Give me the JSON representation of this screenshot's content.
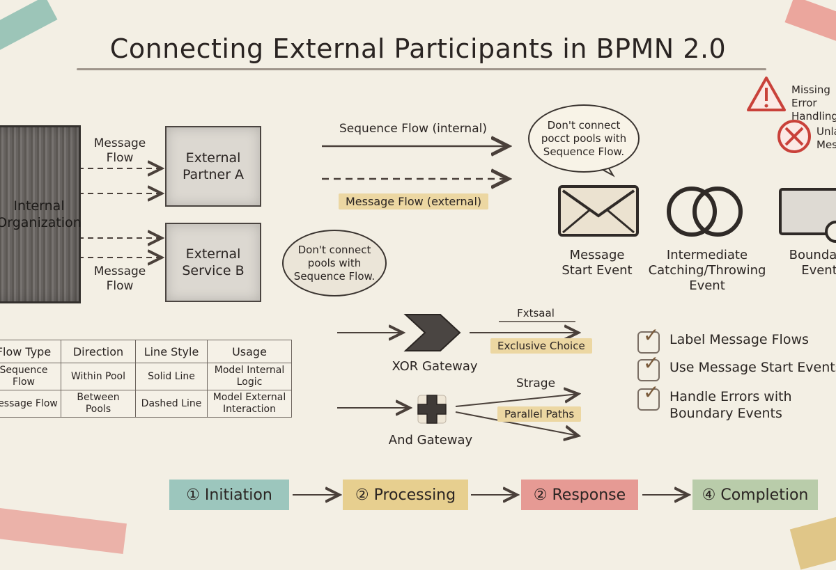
{
  "title": "Connecting External Participants in BPMN 2.0",
  "pools": {
    "internal": "Internal Organization",
    "partner_a": "External Partner A",
    "service_b": "External Service B"
  },
  "flow_labels": {
    "message_top": "Message Flow",
    "message_bottom": "Message Flow"
  },
  "legend": {
    "sequence": "Sequence Flow (internal)",
    "message": "Message Flow (external)"
  },
  "bubbles": {
    "top": "Don't connect pocct pools with Sequence Flow.",
    "middle": "Don't connect pools with Sequence Flow."
  },
  "events": {
    "message_start": "Message Start Event",
    "intermediate": "Intermediate Catching/Throwing Event",
    "boundary": "Boundary Event"
  },
  "warnings": {
    "missing": "Missing Error Handling",
    "unlabeled": "Unlabeled Message"
  },
  "gateways": {
    "xor_label": "XOR Gateway",
    "xor_top": "Fxtsaal",
    "xor_highlight": "Exclusive Choice",
    "and_label": "And Gateway",
    "and_top": "Strage",
    "and_highlight": "Parallel Paths"
  },
  "table": {
    "headers": [
      "Flow Type",
      "Direction",
      "Line Style",
      "Usage"
    ],
    "rows": [
      [
        "Sequence Flow",
        "Within Pool",
        "Solid Line",
        "Model Internal Logic"
      ],
      [
        "Message Flow",
        "Between Pools",
        "Dashed Line",
        "Model External Interaction"
      ]
    ]
  },
  "checklist": [
    "Label Message Flows",
    "Use Message Start Events",
    "Handle Errors with Boundary Events"
  ],
  "steps": [
    "① Initiation",
    "② Processing",
    "② Response",
    "④ Completion"
  ],
  "colors": {
    "background": "#f3efe4",
    "teal_tape": "#9cc6bd",
    "yellow_tape": "#e7cf8f",
    "pink_tape": "#e69a94",
    "green_tape": "#b9ccaa",
    "warning_red": "#c9413a"
  }
}
